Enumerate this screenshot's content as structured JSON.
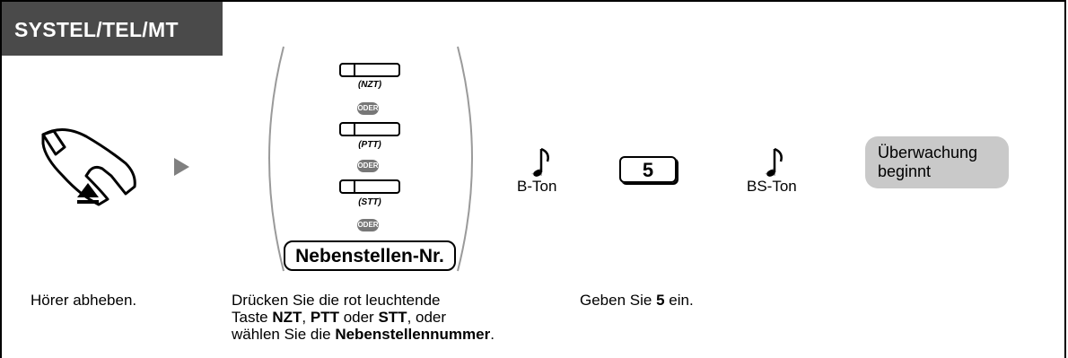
{
  "header": {
    "title": "SYSTEL/TEL/MT"
  },
  "step1": {
    "caption": "Hörer abheben."
  },
  "step2": {
    "keys": [
      {
        "label": "(NZT)"
      },
      {
        "label": "(PTT)"
      },
      {
        "label": "(STT)"
      }
    ],
    "oder": "ODER",
    "extension_key": "Nebenstellen-Nr.",
    "caption": {
      "l1a": "Drücken Sie die rot leuchtende",
      "l2a": "Taste ",
      "l2b": "NZT",
      "l2c": ", ",
      "l2d": "PTT",
      "l2e": " oder ",
      "l2f": "STT",
      "l2g": ", oder",
      "l3a": "wählen Sie die ",
      "l3b": "Nebenstellennummer",
      "l3c": "."
    }
  },
  "tone1": {
    "label": "B-Ton"
  },
  "step3": {
    "key": "5",
    "caption": {
      "a": "Geben Sie ",
      "b": "5",
      "c": " ein."
    }
  },
  "tone2": {
    "label": "BS-Ton"
  },
  "result": {
    "line1": "Überwachung",
    "line2": "beginnt"
  }
}
